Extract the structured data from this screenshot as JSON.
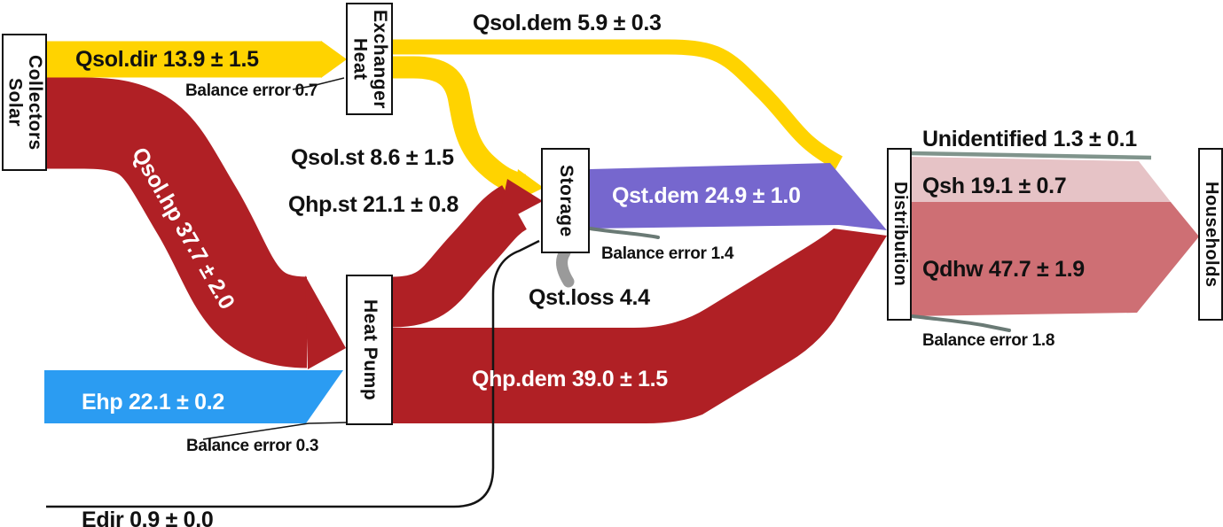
{
  "colors": {
    "yellow": "#FFD300",
    "red": "#B02025",
    "blue": "#2B9CF2",
    "purple": "#7667CE",
    "pink": "#E6C3C6",
    "salmon": "#CE6F74",
    "teal": "#80948C",
    "gray_loss": "#9A9A9A",
    "gray_line": "#6A7A75",
    "black_line": "#141414"
  },
  "nodes": {
    "solar_collectors": {
      "label": "Solar Collectors"
    },
    "heat_exchanger": {
      "label": "Heat Exchanger"
    },
    "storage": {
      "label": "Storage"
    },
    "heat_pump": {
      "label": "Heat Pump"
    },
    "distribution": {
      "label": "Distribution"
    },
    "households": {
      "label": "Households"
    }
  },
  "flows": {
    "qsol_dir": {
      "label": "Qsol.dir 13.9 ± 1.5",
      "value": 13.9,
      "uncertainty": 1.5
    },
    "qsol_dem": {
      "label": "Qsol.dem 5.9 ± 0.3",
      "value": 5.9,
      "uncertainty": 0.3
    },
    "qsol_st": {
      "label": "Qsol.st 8.6 ± 1.5",
      "value": 8.6,
      "uncertainty": 1.5
    },
    "qsol_hp": {
      "label": "Qsol.hp 37.7 ± 2.0",
      "value": 37.7,
      "uncertainty": 2.0
    },
    "qhp_st": {
      "label": "Qhp.st 21.1 ± 0.8",
      "value": 21.1,
      "uncertainty": 0.8
    },
    "qst_dem": {
      "label": "Qst.dem 24.9 ± 1.0",
      "value": 24.9,
      "uncertainty": 1.0
    },
    "qst_loss": {
      "label": "Qst.loss 4.4",
      "value": 4.4
    },
    "ehp": {
      "label": "Ehp 22.1 ± 0.2",
      "value": 22.1,
      "uncertainty": 0.2
    },
    "edir": {
      "label": "Edir 0.9 ± 0.0",
      "value": 0.9,
      "uncertainty": 0.0
    },
    "qhp_dem": {
      "label": "Qhp.dem 39.0 ± 1.5",
      "value": 39.0,
      "uncertainty": 1.5
    },
    "unidentified": {
      "label": "Unidentified 1.3 ± 0.1",
      "value": 1.3,
      "uncertainty": 0.1
    },
    "qsh": {
      "label": "Qsh 19.1 ± 0.7",
      "value": 19.1,
      "uncertainty": 0.7
    },
    "qdhw": {
      "label": "Qdhw 47.7 ± 1.9",
      "value": 47.7,
      "uncertainty": 1.9
    }
  },
  "balance_errors": {
    "heat_exchanger": {
      "label": "Balance error 0.7",
      "value": 0.7
    },
    "storage": {
      "label": "Balance error 1.4",
      "value": 1.4
    },
    "heat_pump": {
      "label": "Balance error 0.3",
      "value": 0.3
    },
    "distribution": {
      "label": "Balance error 1.8",
      "value": 1.8
    }
  },
  "chart_data": {
    "type": "sankey",
    "nodes": [
      "Solar Collectors",
      "Heat Exchanger",
      "Storage",
      "Heat Pump",
      "Distribution",
      "Households"
    ],
    "links": [
      {
        "source": "Solar Collectors",
        "target": "Heat Exchanger",
        "flow": "Qsol.dir",
        "value": 13.9,
        "uncertainty": 1.5,
        "color": "yellow"
      },
      {
        "source": "Solar Collectors",
        "target": "Heat Pump",
        "flow": "Qsol.hp",
        "value": 37.7,
        "uncertainty": 2.0,
        "color": "red"
      },
      {
        "source": "Heat Exchanger",
        "target": "Distribution",
        "flow": "Qsol.dem",
        "value": 5.9,
        "uncertainty": 0.3,
        "color": "yellow"
      },
      {
        "source": "Heat Exchanger",
        "target": "Storage",
        "flow": "Qsol.st",
        "value": 8.6,
        "uncertainty": 1.5,
        "color": "yellow"
      },
      {
        "source": "Heat Pump",
        "target": "Storage",
        "flow": "Qhp.st",
        "value": 21.1,
        "uncertainty": 0.8,
        "color": "red"
      },
      {
        "source": "Heat Pump",
        "target": "Distribution",
        "flow": "Qhp.dem",
        "value": 39.0,
        "uncertainty": 1.5,
        "color": "red"
      },
      {
        "source": "Storage",
        "target": "Distribution",
        "flow": "Qst.dem",
        "value": 24.9,
        "uncertainty": 1.0,
        "color": "purple"
      },
      {
        "source": "Storage",
        "target": null,
        "flow": "Qst.loss",
        "value": 4.4,
        "color": "gray"
      },
      {
        "source": null,
        "target": "Heat Pump",
        "flow": "Ehp",
        "value": 22.1,
        "uncertainty": 0.2,
        "color": "blue"
      },
      {
        "source": null,
        "target": "Storage",
        "flow": "Edir",
        "value": 0.9,
        "uncertainty": 0.0,
        "color": "black"
      },
      {
        "source": "Distribution",
        "target": "Households",
        "flow": "Unidentified",
        "value": 1.3,
        "uncertainty": 0.1,
        "color": "teal"
      },
      {
        "source": "Distribution",
        "target": "Households",
        "flow": "Qsh",
        "value": 19.1,
        "uncertainty": 0.7,
        "color": "pink"
      },
      {
        "source": "Distribution",
        "target": "Households",
        "flow": "Qdhw",
        "value": 47.7,
        "uncertainty": 1.9,
        "color": "salmon"
      }
    ],
    "balance_errors": [
      {
        "node": "Heat Exchanger",
        "value": 0.7
      },
      {
        "node": "Heat Pump",
        "value": 0.3
      },
      {
        "node": "Storage",
        "value": 1.4
      },
      {
        "node": "Distribution",
        "value": 1.8
      }
    ]
  }
}
